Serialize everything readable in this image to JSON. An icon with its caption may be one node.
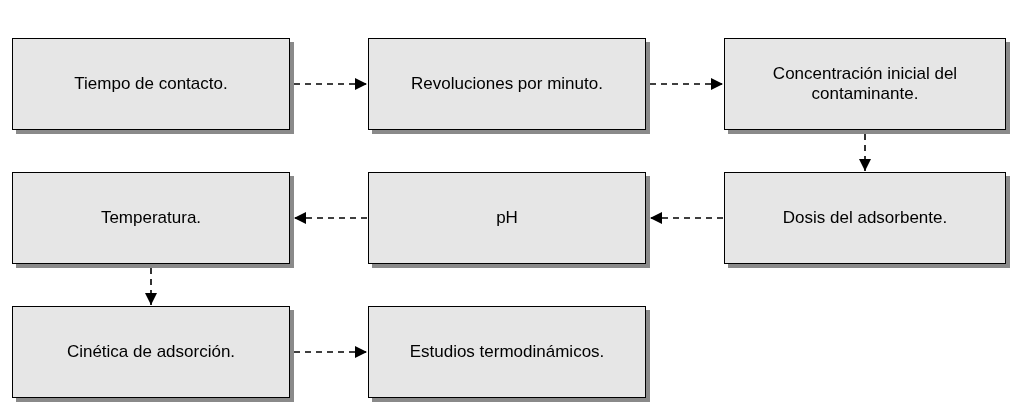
{
  "diagram": {
    "nodes": [
      {
        "text": [
          "Tiempo de contacto."
        ]
      },
      {
        "text": [
          "Revoluciones por minuto."
        ]
      },
      {
        "text": [
          "Concentración inicial del contaminante."
        ]
      },
      {
        "text": [
          "Temperatura."
        ]
      },
      {
        "text": [
          "pH"
        ]
      },
      {
        "text": [
          "Dosis del adsorbente."
        ]
      },
      {
        "text": [
          "Cinética de adsorción."
        ]
      },
      {
        "text": [
          "Estudios termodinámicos."
        ]
      }
    ],
    "edges": [
      {
        "from": 0,
        "to": 1,
        "arrow": "to",
        "style": "dashed"
      },
      {
        "from": 1,
        "to": 2,
        "arrow": "to",
        "style": "dashed"
      },
      {
        "from": 2,
        "to": 5,
        "arrow": "to",
        "style": "dashed"
      },
      {
        "from": 5,
        "to": 4,
        "arrow": "to",
        "style": "dashed"
      },
      {
        "from": 4,
        "to": 3,
        "arrow": "to",
        "style": "dashed"
      },
      {
        "from": 3,
        "to": 6,
        "arrow": "to",
        "style": "dashed"
      },
      {
        "from": 6,
        "to": 7,
        "arrow": "to",
        "style": "dashed"
      }
    ]
  }
}
